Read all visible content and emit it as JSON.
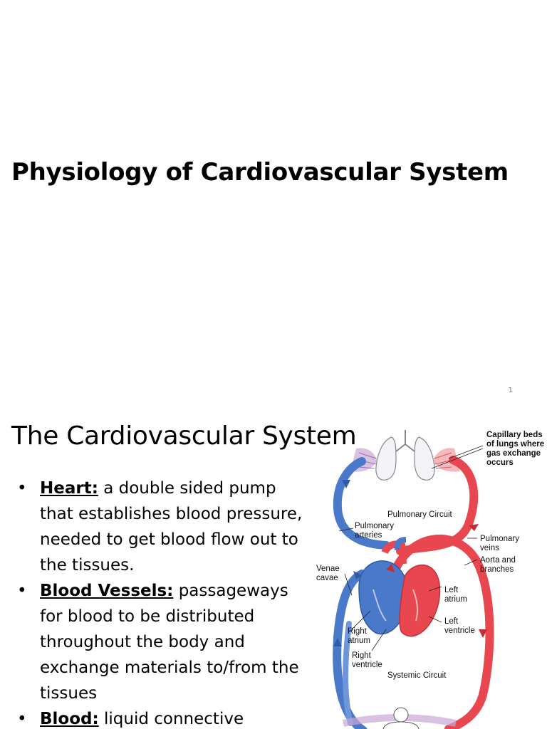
{
  "slide1": {
    "title": "Physiology of Cardiovascular System",
    "page_number": "1"
  },
  "slide2": {
    "title": "The Cardiovascular System",
    "bullets": [
      {
        "term": "Heart:",
        "text": " a double sided pump that establishes blood pressure, needed to get blood flow out to the tissues."
      },
      {
        "term": "Blood Vessels:",
        "text": " passageways for blood to be distributed throughout the body and exchange materials to/from the tissues"
      },
      {
        "term": "Blood:",
        "text": " liquid connective"
      }
    ],
    "bullet_glyph": "•",
    "diagram": {
      "capillary_label": [
        "Capillary beds",
        "of lungs where",
        "gas exchange",
        "occurs"
      ],
      "pulmonary_circuit": "Pulmonary Circuit",
      "pulmonary_arteries": [
        "Pulmonary",
        "arteries"
      ],
      "pulmonary_veins": [
        "Pulmonary",
        "veins"
      ],
      "aorta": [
        "Aorta and",
        "branches"
      ],
      "venae_cavae": [
        "Venae",
        "cavae"
      ],
      "left_atrium": [
        "Left",
        "atrium"
      ],
      "left_ventricle": [
        "Left",
        "ventricle"
      ],
      "right_atrium": [
        "Right",
        "atrium"
      ],
      "right_ventricle": [
        "Right",
        "ventricle"
      ],
      "systemic_circuit": "Systemic Circuit",
      "colors": {
        "oxygenated": "#e8474f",
        "deoxygenated": "#4a79c9",
        "lung_outline": "#888888"
      }
    }
  }
}
